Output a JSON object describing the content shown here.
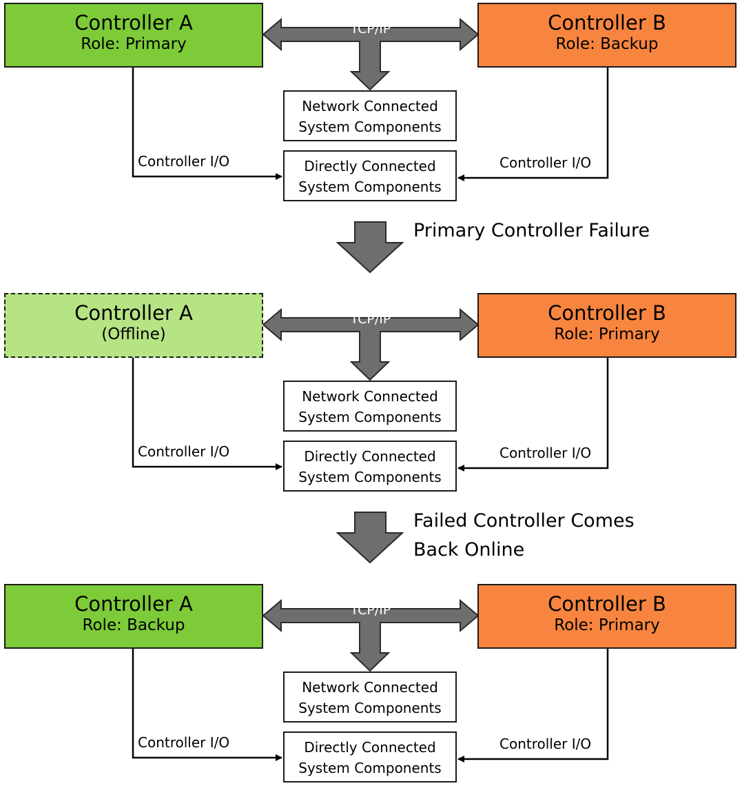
{
  "panels": [
    {
      "controller_a": {
        "name": "Controller A",
        "role": "Role: Primary",
        "state": "primary"
      },
      "controller_b": {
        "name": "Controller B",
        "role": "Role: Backup",
        "state": "backup"
      },
      "link_label": "TCP/IP",
      "network_components": [
        "Network Connected",
        "System Components"
      ],
      "direct_components": [
        "Directly Connected",
        "System Components"
      ],
      "io_left": "Controller I/O",
      "io_right": "Controller I/O"
    },
    {
      "controller_a": {
        "name": "Controller A",
        "role": "(Offline)",
        "state": "offline"
      },
      "controller_b": {
        "name": "Controller B",
        "role": "Role: Primary",
        "state": "primary"
      },
      "link_label": "TCP/IP",
      "network_components": [
        "Network Connected",
        "System Components"
      ],
      "direct_components": [
        "Directly Connected",
        "System Components"
      ],
      "io_left": "Controller I/O",
      "io_right": "Controller I/O"
    },
    {
      "controller_a": {
        "name": "Controller A",
        "role": "Role: Backup",
        "state": "backup"
      },
      "controller_b": {
        "name": "Controller B",
        "role": "Role: Primary",
        "state": "primary"
      },
      "link_label": "TCP/IP",
      "network_components": [
        "Network Connected",
        "System Components"
      ],
      "direct_components": [
        "Directly Connected",
        "System Components"
      ],
      "io_left": "Controller I/O",
      "io_right": "Controller I/O"
    }
  ],
  "transitions": [
    {
      "label_lines": [
        "Primary Controller Failure"
      ]
    },
    {
      "label_lines": [
        "Failed Controller Comes",
        "Back Online"
      ]
    }
  ],
  "colors": {
    "controller_a": "#7dcb38",
    "controller_a_offline": "#b6e384",
    "controller_b": "#f7853f",
    "arrow_fill": "#6e6e6e",
    "arrow_stroke": "#2a2a2a"
  }
}
